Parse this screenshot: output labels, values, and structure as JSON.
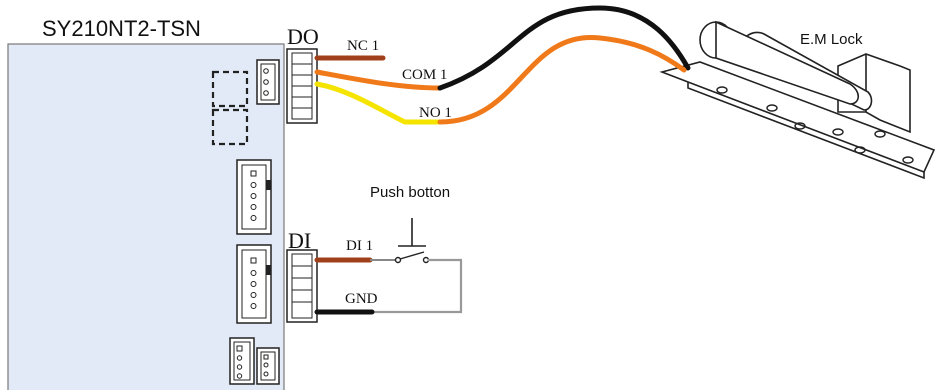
{
  "device": {
    "name": "SY210NT2-TSN"
  },
  "ports": {
    "do": {
      "label": "DO",
      "nc": "NC 1",
      "com": "COM 1",
      "no": "NO 1"
    },
    "di": {
      "label": "DI",
      "di": "DI 1",
      "gnd": "GND"
    }
  },
  "components": {
    "lock": {
      "label": "E.M Lock"
    },
    "button": {
      "label": "Push botton"
    }
  },
  "colors": {
    "board": "#e1eaf6",
    "wire_brown": "#a0401a",
    "wire_black": "#111111",
    "wire_orange": "#f07a1a",
    "wire_yellow": "#f5e400",
    "wire_gray": "#999999"
  }
}
